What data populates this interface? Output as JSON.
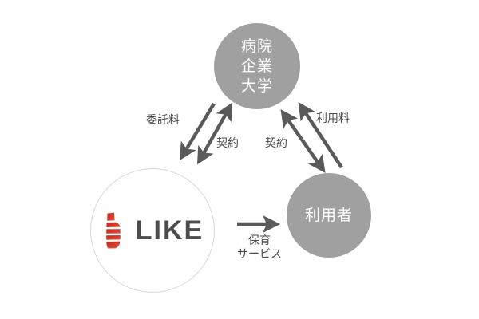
{
  "diagram": {
    "title": "LIKE business relationship diagram",
    "background_color": "#ffffff",
    "node_gray": "#a0a0a0",
    "text_gray": "#4a4a4a",
    "brand_red": "#d93a2b",
    "nodes": {
      "top": {
        "name": "client-organizations",
        "lines": [
          "病院",
          "企業",
          "大学"
        ]
      },
      "user": {
        "name": "end-user",
        "lines": [
          "利用者"
        ]
      },
      "company": {
        "name": "like-company",
        "wordmark": "LIKE"
      }
    },
    "edges": {
      "itakuryo": {
        "label": "委託料",
        "direction": "down",
        "from": "top",
        "to": "company"
      },
      "keiyaku_left": {
        "label": "契約",
        "direction": "both",
        "from": "top",
        "to": "company"
      },
      "keiyaku_right": {
        "label": "契約",
        "direction": "both",
        "from": "top",
        "to": "user"
      },
      "riyoryo": {
        "label": "利用料",
        "direction": "up",
        "from": "user",
        "to": "top"
      },
      "hoiku": {
        "label": "保育\nサービス",
        "label_line1": "保育",
        "label_line2": "サービス",
        "direction": "right",
        "from": "company",
        "to": "user"
      }
    }
  }
}
